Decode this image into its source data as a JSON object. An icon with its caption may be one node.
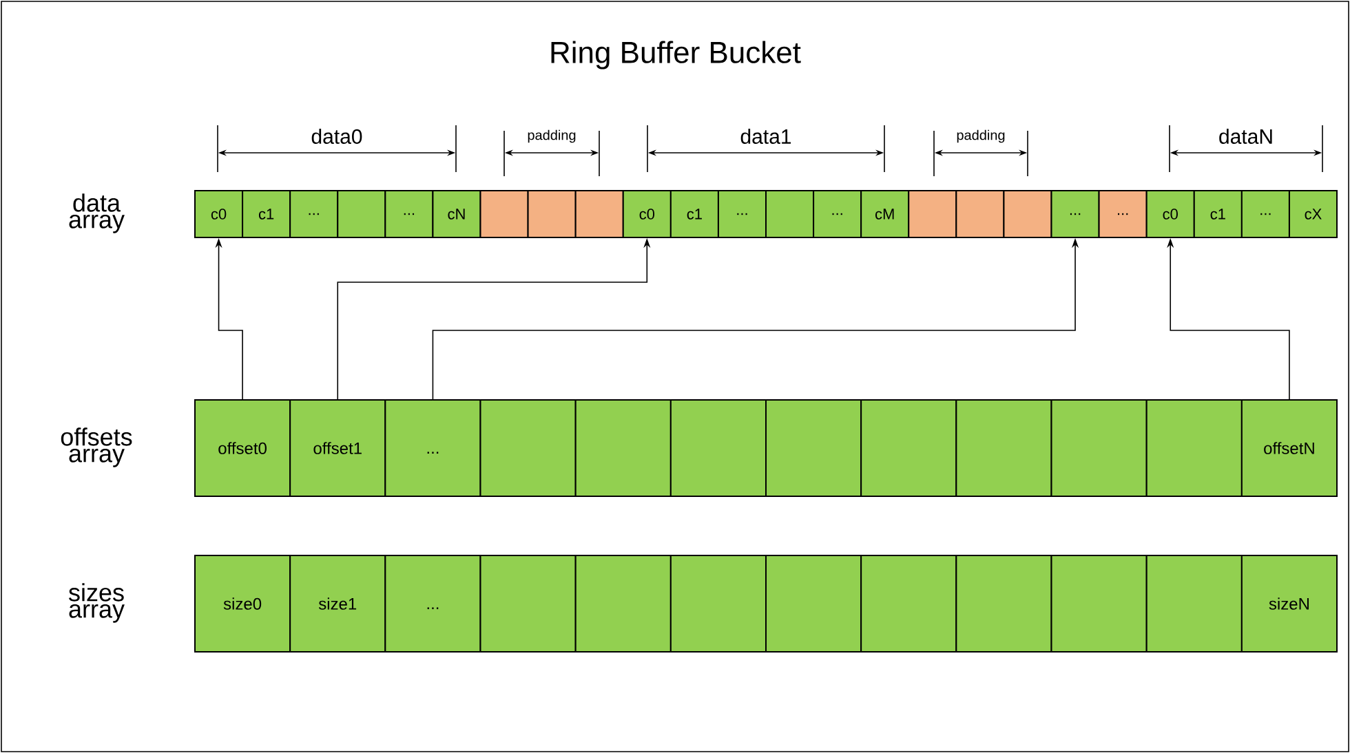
{
  "diagram": {
    "title": "Ring Buffer Bucket",
    "nodes": [
      {
        "text": [
          "c0"
        ]
      },
      {
        "text": [
          "c1"
        ]
      },
      {
        "text": [
          "..."
        ]
      },
      {
        "text": [],
        "shape": "box"
      },
      {
        "text": [
          "..."
        ]
      },
      {
        "text": [
          "cN"
        ]
      },
      {
        "text": [],
        "shape": "box"
      },
      {
        "text": [],
        "shape": "box"
      },
      {
        "text": [],
        "shape": "box"
      },
      {
        "text": [
          "c0"
        ]
      },
      {
        "text": [
          "c1"
        ]
      },
      {
        "text": [
          "..."
        ]
      },
      {
        "text": [],
        "shape": "box"
      },
      {
        "text": [
          "..."
        ]
      },
      {
        "text": [
          "cM"
        ]
      },
      {
        "text": [],
        "shape": "box"
      },
      {
        "text": [],
        "shape": "box"
      },
      {
        "text": [],
        "shape": "box"
      },
      {
        "text": [
          "..."
        ]
      },
      {
        "text": [
          "..."
        ]
      },
      {
        "text": [
          "c0"
        ]
      },
      {
        "text": [
          "c1"
        ]
      },
      {
        "text": [
          "..."
        ]
      },
      {
        "text": [
          "cX"
        ]
      },
      {
        "text": [
          "offset0"
        ]
      },
      {
        "text": [
          "offset1"
        ]
      },
      {
        "text": [
          "..."
        ]
      },
      {
        "text": [],
        "shape": "box"
      },
      {
        "text": [],
        "shape": "box"
      },
      {
        "text": [],
        "shape": "box"
      },
      {
        "text": [],
        "shape": "box"
      },
      {
        "text": [],
        "shape": "box"
      },
      {
        "text": [],
        "shape": "box"
      },
      {
        "text": [],
        "shape": "box"
      },
      {
        "text": [],
        "shape": "box"
      },
      {
        "text": [
          "offsetN"
        ]
      },
      {
        "text": [
          "size0"
        ]
      },
      {
        "text": [
          "size1"
        ]
      },
      {
        "text": [
          "..."
        ]
      },
      {
        "text": [],
        "shape": "box"
      },
      {
        "text": [],
        "shape": "box"
      },
      {
        "text": [],
        "shape": "box"
      },
      {
        "text": [],
        "shape": "box"
      },
      {
        "text": [],
        "shape": "box"
      },
      {
        "text": [],
        "shape": "box"
      },
      {
        "text": [],
        "shape": "box"
      },
      {
        "text": [],
        "shape": "box"
      },
      {
        "text": [
          "sizeN"
        ]
      }
    ],
    "edges": [
      {
        "from": 24,
        "to": 0,
        "arrow": "to"
      },
      {
        "from": 25,
        "to": 9,
        "arrow": "to"
      },
      {
        "from": 26,
        "to": 18,
        "arrow": "to"
      },
      {
        "from": 35,
        "to": 20,
        "arrow": "to"
      }
    ],
    "labels": [
      "data0",
      "padding",
      "data1",
      "padding",
      "dataN",
      "data array",
      "offsets array",
      "sizes array"
    ]
  }
}
